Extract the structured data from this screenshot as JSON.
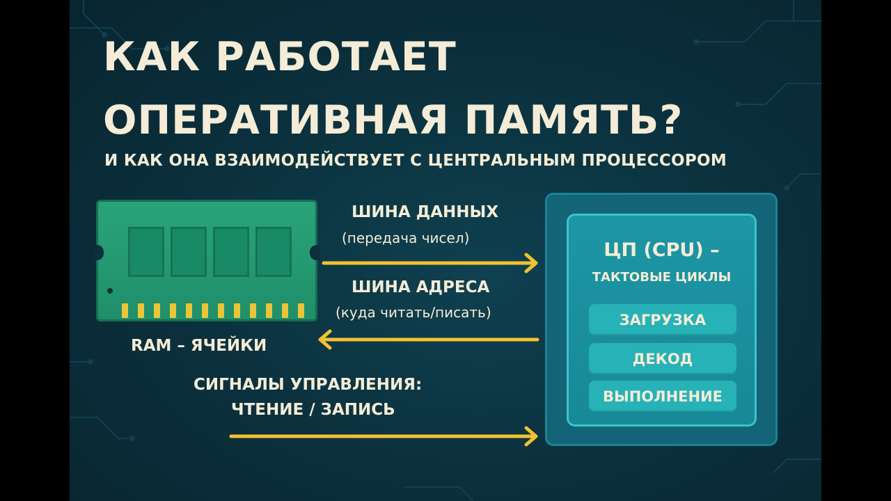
{
  "title": {
    "line1": "КАК РАБОТАЕТ",
    "line2": "ОПЕРАТИВНАЯ ПАМЯТЬ?",
    "subtitle": "И КАК ОНА ВЗАИМОДЕЙСТВУЕТ С ЦЕНТРАЛЬНЫМ ПРОЦЕССОРОМ"
  },
  "ram": {
    "label": "RAM – ЯЧЕЙКИ"
  },
  "buses": {
    "data": {
      "title": "ШИНА ДАННЫХ",
      "subtitle": "(передача чисел)",
      "direction": "to-cpu"
    },
    "address": {
      "title": "ШИНА АДРЕСА",
      "subtitle": "(куда читать/писать)",
      "direction": "to-ram"
    },
    "control": {
      "title": "СИГНАЛЫ УПРАВЛЕНИЯ:",
      "subtitle": "ЧТЕНИЕ / ЗАПИСЬ",
      "direction": "to-cpu"
    }
  },
  "cpu": {
    "title": "ЦП (CPU) –",
    "subtitle": "ТАКТОВЫЕ ЦИКЛЫ",
    "stages": [
      "ЗАГРУЗКА",
      "ДЕКОД",
      "ВЫПОЛНЕНИЕ"
    ]
  },
  "colors": {
    "background": "#0b2f3c",
    "text": "#f4ecd6",
    "arrow": "#f2c230",
    "ram_board": "#2aa37a",
    "ram_pins": "#e8c53a",
    "cpu_outer": "#136476",
    "cpu_inner": "#1d96a6",
    "cpu_stage": "#26b2b7"
  }
}
